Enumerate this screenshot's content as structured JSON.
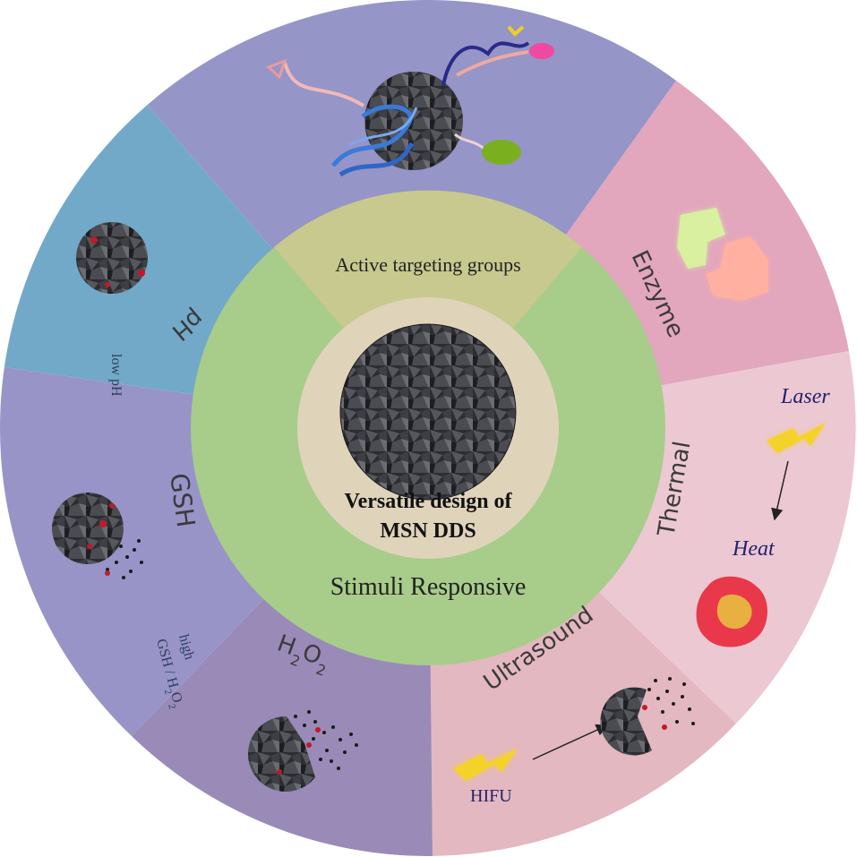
{
  "center": {
    "title_line1": "Versatile design of",
    "title_line2": "MSN DDS"
  },
  "middle_ring": {
    "top_label": "Active targeting groups",
    "bottom_label": "Stimuli Responsive"
  },
  "sectors": {
    "targeting": {
      "label": ""
    },
    "enzyme": {
      "label": "Enzyme"
    },
    "thermal": {
      "label": "Thermal",
      "laser": "Laser",
      "heat": "Heat"
    },
    "ultrasound": {
      "label": "Ultrasound",
      "hifu": "HIFU"
    },
    "h2o2": {
      "label_main": "H",
      "label_sub": "2",
      "label_main2": "O",
      "label_sub2": "2"
    },
    "gsh": {
      "label": "GSH"
    },
    "ph": {
      "label": "pH"
    }
  },
  "annotations": {
    "low_ph": "low pH",
    "high": "high",
    "gsh_h2o2_prefix": "GSH / H",
    "gsh_h2o2_sub": "2",
    "gsh_h2o2_mid": "O",
    "gsh_h2o2_sub2": "2"
  },
  "colors": {
    "targeting": "#9595c7",
    "enzyme": "#e2a6bd",
    "thermal": "#ecc8d3",
    "ultrasound": "#e4b8c0",
    "h2o2": "#998ab8",
    "gsh": "#9894c8",
    "ph": "#72a9c9",
    "middle_ring": "#a8cc8a",
    "active_sector": "#c7c98e",
    "inner_disc": "#dfd4ba",
    "particle": "#2b2b2e",
    "laser_bolt": "#f5d22a",
    "label_dark": "#4a3b3b"
  }
}
